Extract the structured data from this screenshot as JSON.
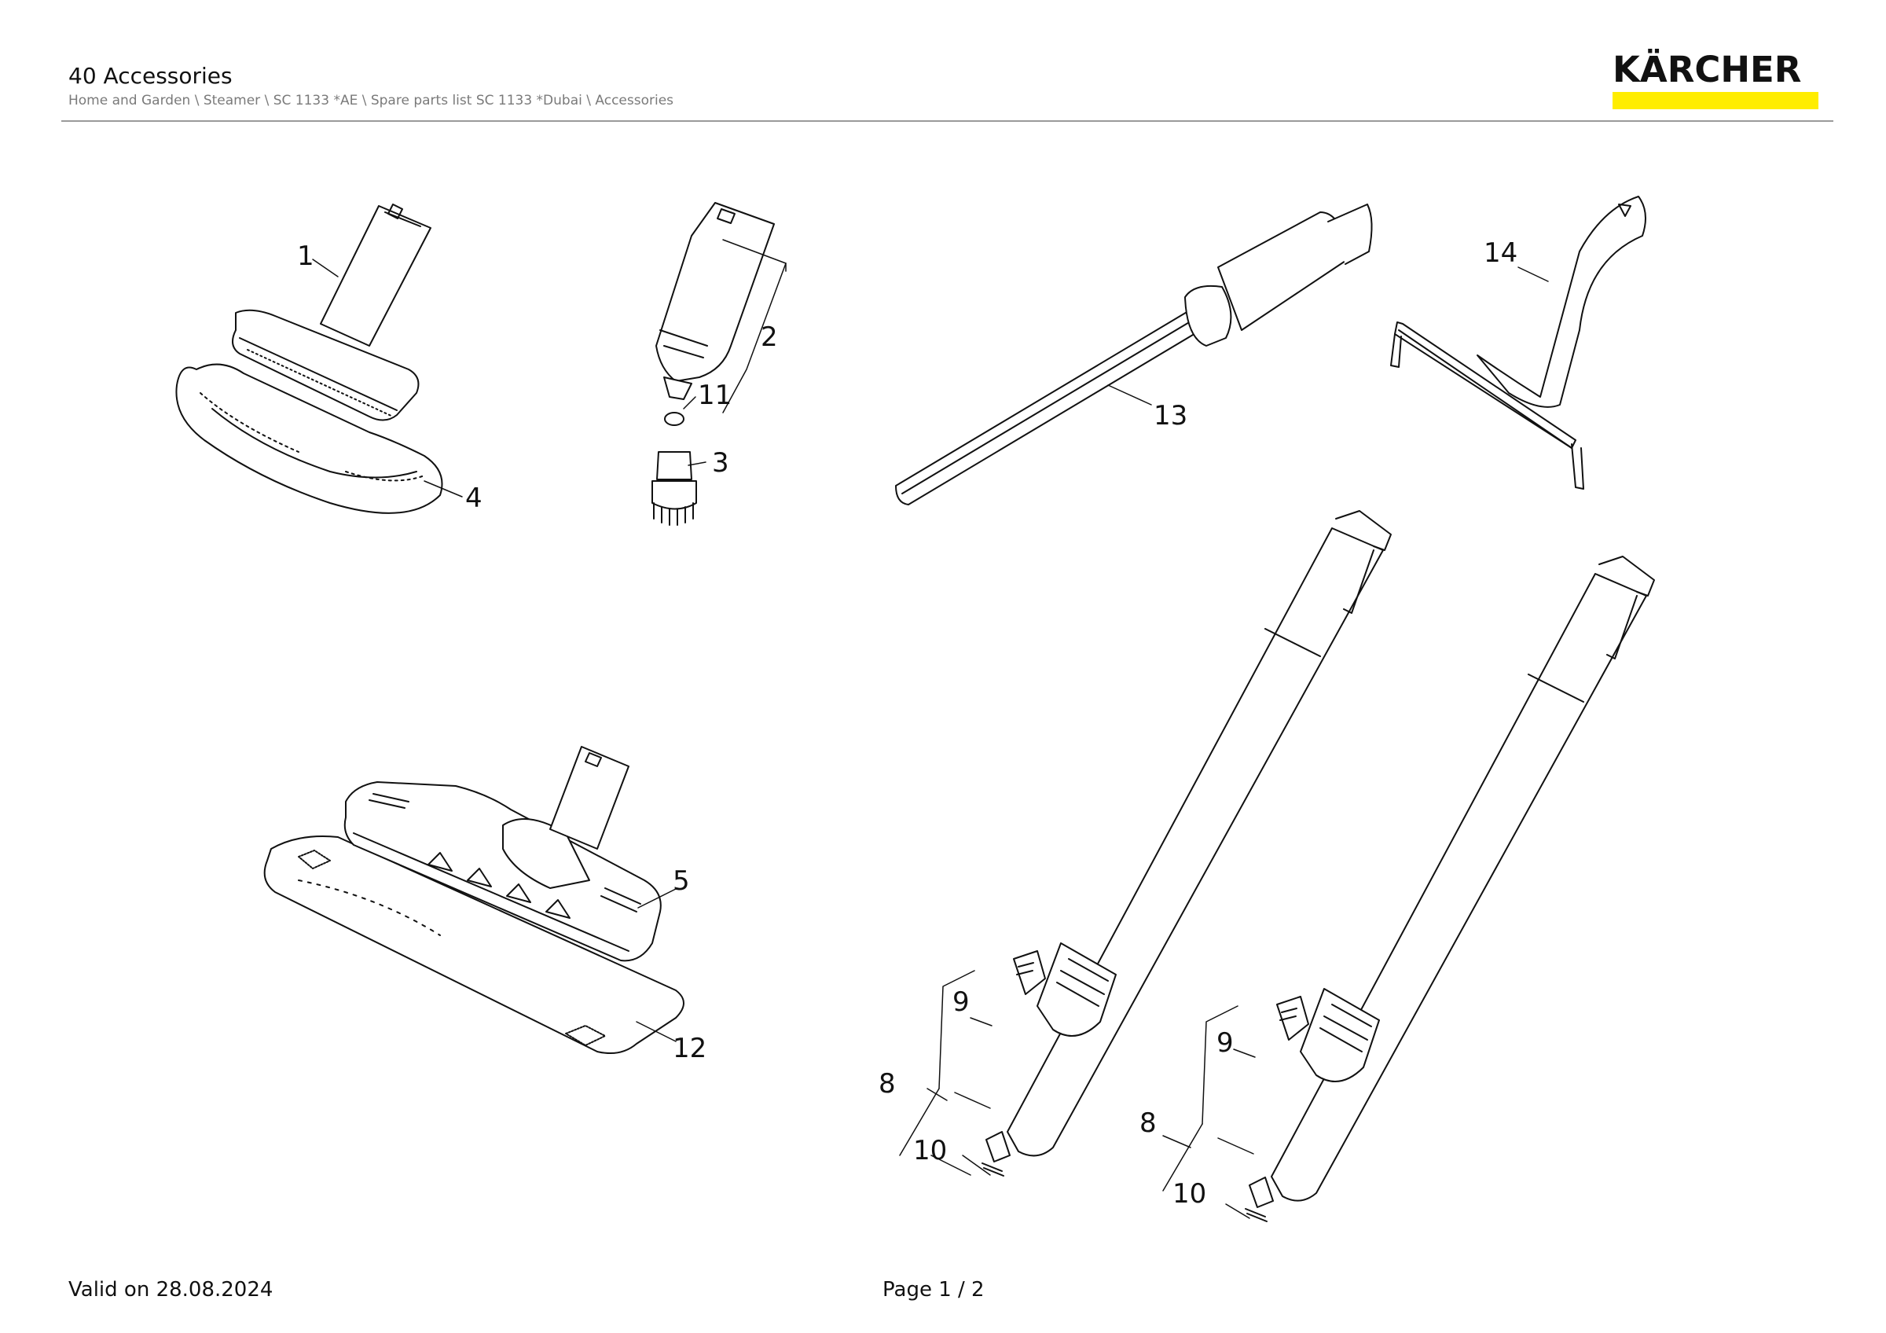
{
  "header": {
    "title": "40 Accessories",
    "breadcrumb": "Home and Garden \\ Steamer \\ SC 1133 *AE \\ Spare parts list SC 1133 *Dubai \\ Accessories",
    "brand": "KÄRCHER",
    "brand_color": "#ffed00"
  },
  "callouts": {
    "c1": "1",
    "c2": "2",
    "c3": "3",
    "c4": "4",
    "c5": "5",
    "c8a": "8",
    "c8b": "8",
    "c9a": "9",
    "c9b": "9",
    "c10a": "10",
    "c10b": "10",
    "c11": "11",
    "c12": "12",
    "c13": "13",
    "c14": "14"
  },
  "footer": {
    "valid": "Valid on 28.08.2024",
    "page": "Page 1 / 2"
  }
}
